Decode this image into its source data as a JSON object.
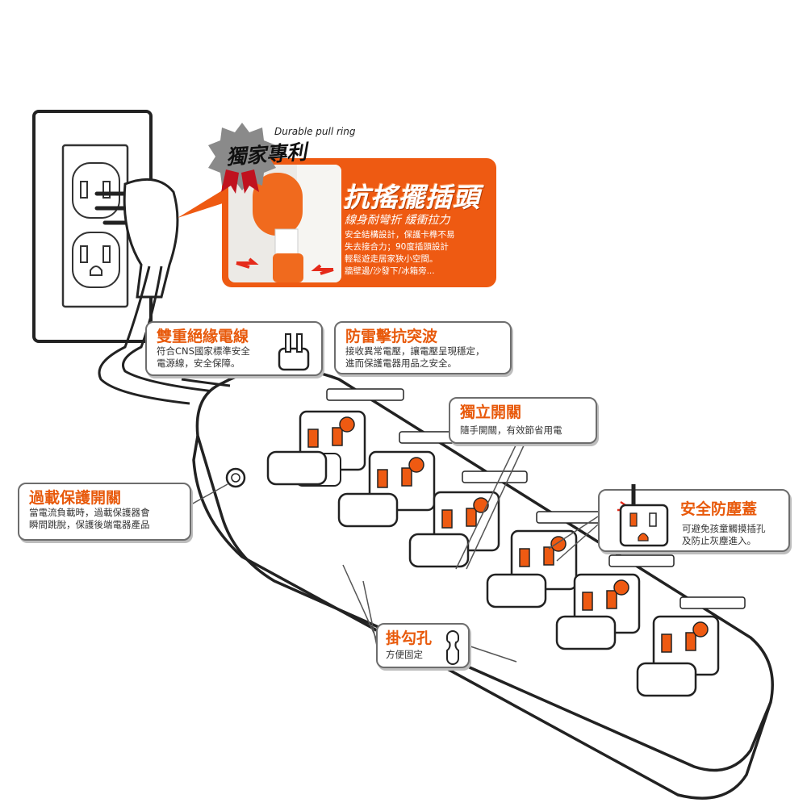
{
  "seal": {
    "label": "獨家專利",
    "caption": "Durable pull ring"
  },
  "promo": {
    "headline": "抗搖擺插頭",
    "subhead": "線身耐彎折 緩衝拉力",
    "lines": [
      "安全結構設計，保護卡榫不易",
      "失去接合力；90度插頭設計",
      "輕鬆遊走居家狹小空間。",
      "牆壁邊/沙發下/冰箱旁..."
    ]
  },
  "callouts": {
    "insulation": {
      "title": "雙重絕緣電線",
      "lines": [
        "符合CNS國家標準安全",
        "電源線，安全保障。"
      ]
    },
    "surge": {
      "title": "防雷擊抗突波",
      "lines": [
        "接收異常電壓，讓電壓呈現穩定，",
        "進而保護電器用品之安全。"
      ]
    },
    "switch": {
      "title": "獨立開關",
      "lines": [
        "隨手開關，有效節省用電"
      ]
    },
    "overload": {
      "title": "過載保護開關",
      "lines": [
        "當電流負載時，過載保護器會",
        "瞬間跳脫，保護後端電器產品"
      ]
    },
    "dust": {
      "title": "安全防塵蓋",
      "lines": [
        "可避免孩童觸摸插孔",
        "及防止灰塵進入。"
      ]
    },
    "hook": {
      "title": "掛勾孔",
      "lines": [
        "方便固定"
      ]
    }
  },
  "colors": {
    "accent": "#e85a0c",
    "outline": "#3a3a3a",
    "socket_orange": "#ee5a12"
  },
  "icons": [
    "plug-icon",
    "wall-outlet-icon",
    "hook-hole-icon",
    "dust-cover-icon",
    "power-strip-illustration"
  ]
}
